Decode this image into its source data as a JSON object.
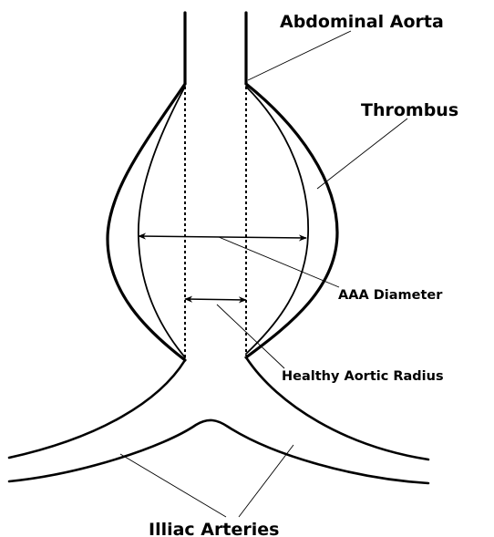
{
  "labels": {
    "abdominal_aorta": "Abdominal Aorta",
    "thrombus": "Thrombus",
    "aaa_diameter": "AAA Diameter",
    "healthy_aortic_radius": "Healthy Aortic Radius",
    "illiac_arteries": "Illiac Arteries"
  },
  "colors": {
    "stroke": "#000000",
    "background": "#ffffff"
  }
}
